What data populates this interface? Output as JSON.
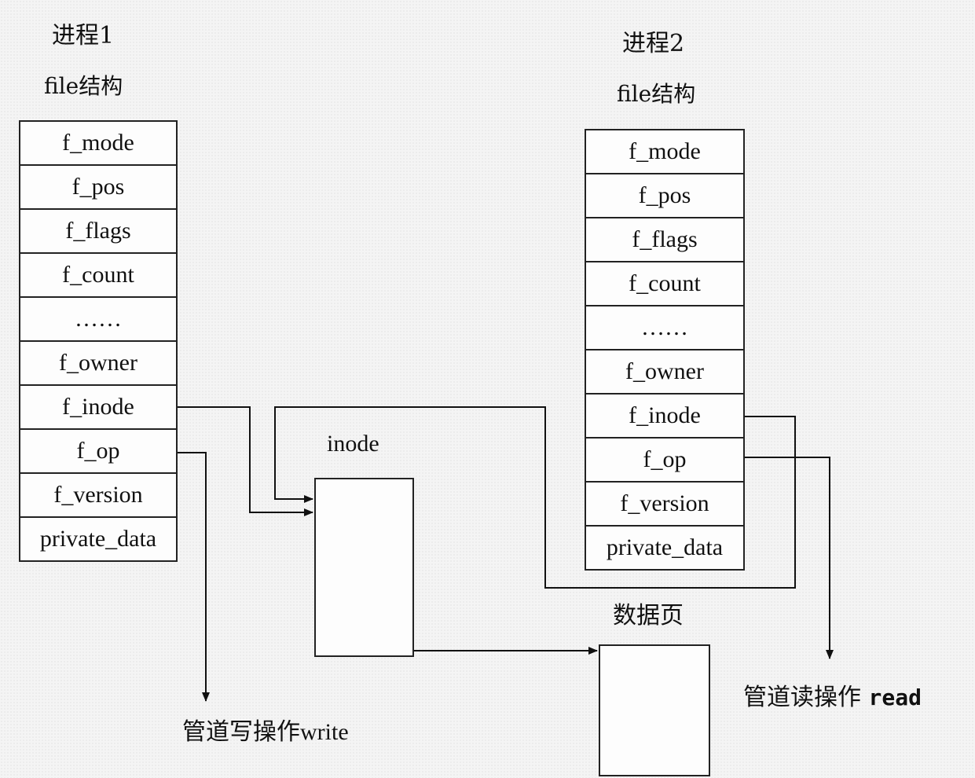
{
  "process1": {
    "title": "进程1",
    "struct_label": "file结构",
    "fields": [
      "f_mode",
      "f_pos",
      "f_flags",
      "f_count",
      "……",
      "f_owner",
      "f_inode",
      "f_op",
      "f_version",
      "private_data"
    ]
  },
  "process2": {
    "title": "进程2",
    "struct_label": "file结构",
    "fields": [
      "f_mode",
      "f_pos",
      "f_flags",
      "f_count",
      "……",
      "f_owner",
      "f_inode",
      "f_op",
      "f_version",
      "private_data"
    ]
  },
  "inode": {
    "label": "inode"
  },
  "data_page": {
    "label": "数据页"
  },
  "write_op": {
    "prefix": "管道写操作",
    "keyword": "write"
  },
  "read_op": {
    "prefix": "管道读操作",
    "keyword": "read"
  },
  "colors": {
    "line": "#111111",
    "box_border": "#222222",
    "background": "#f4f4f4"
  }
}
